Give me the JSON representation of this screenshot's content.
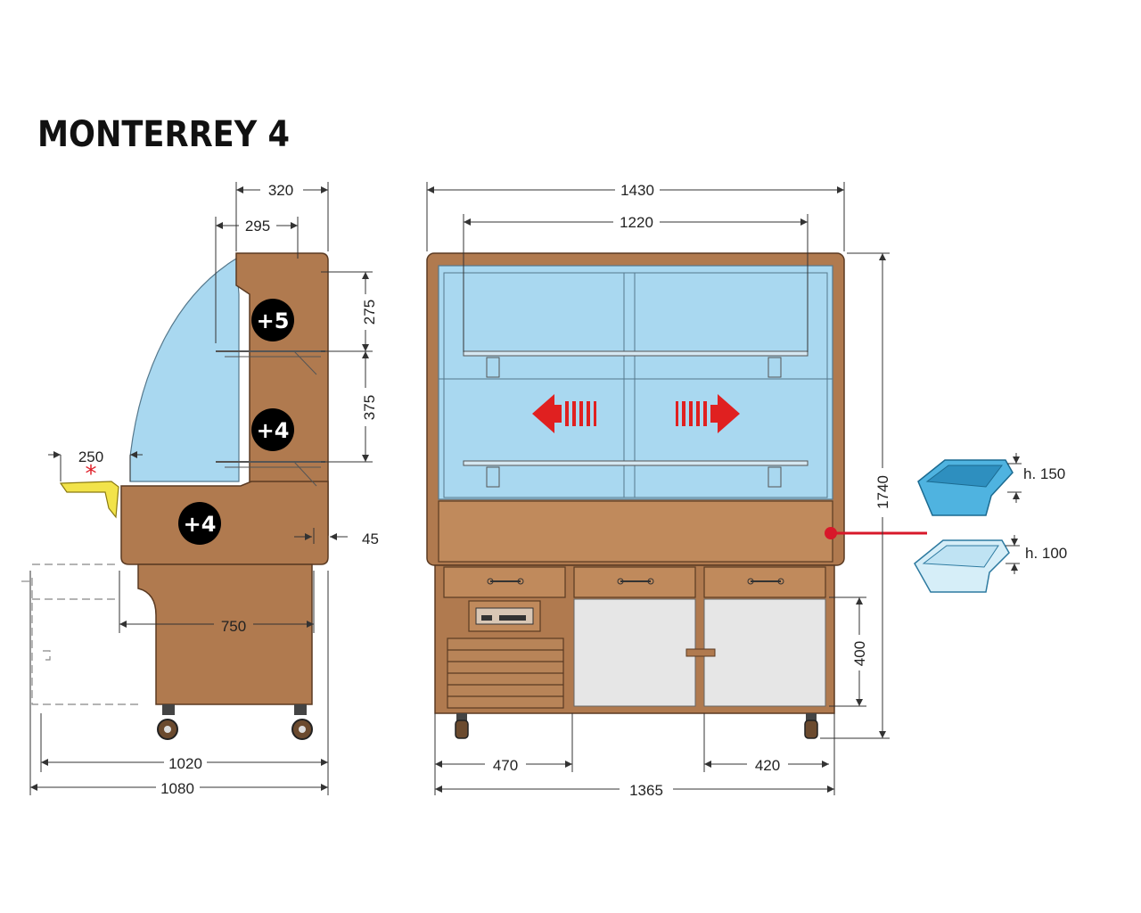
{
  "title": "MONTERREY 4",
  "side_view": {
    "dims": {
      "top_depth": "320",
      "inner_depth": "295",
      "shelf_gap_top": "275",
      "shelf_gap_mid": "375",
      "tray": "250",
      "base_depth": "750",
      "overhang": "45",
      "depth_1020": "1020",
      "depth_1080": "1080"
    },
    "badges": {
      "top": "+5",
      "middle": "+4",
      "bottom": "+4"
    },
    "asterisk": "*"
  },
  "front_view": {
    "dims": {
      "width_1430": "1430",
      "width_1220": "1220",
      "height_1740": "1740",
      "door_400": "400",
      "w_470": "470",
      "w_420": "420",
      "w_1365": "1365"
    }
  },
  "pans": {
    "deep": "h. 150",
    "shallow": "h. 100"
  },
  "colors": {
    "wood": "#b07a4f",
    "glass": "#a9d8f0",
    "arrow": "#e02020",
    "marker": "#d8182a",
    "tray": "#f2e34a"
  }
}
